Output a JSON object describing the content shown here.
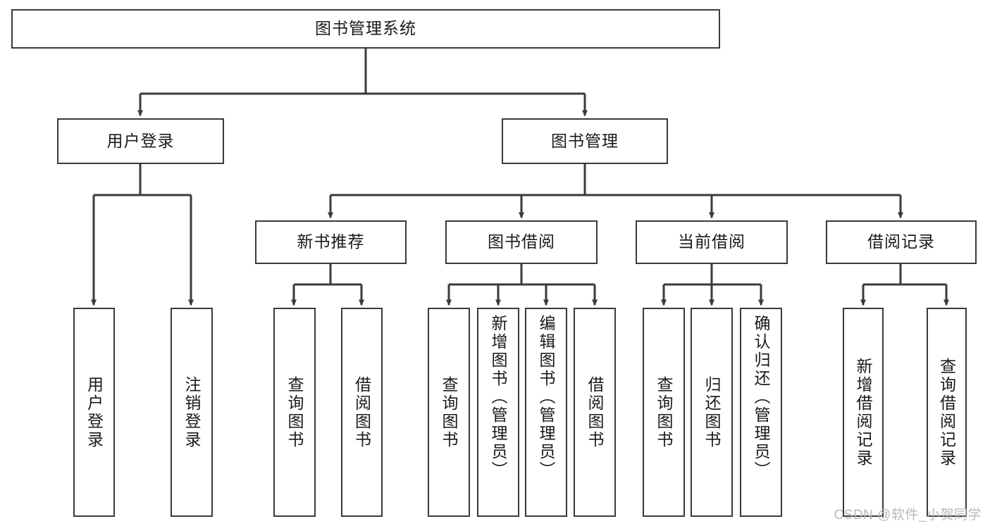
{
  "diagram": {
    "title": "图书管理系统",
    "type": "tree-hierarchy-chart",
    "colors": {
      "box_border": "#3a3a3a",
      "box_fill": "#ffffff",
      "edge": "#3a3a3a",
      "text": "#1a1a1a",
      "watermark": "#b9b9b9",
      "background": "#ffffff"
    },
    "root": {
      "label": "图书管理系统"
    },
    "level2": [
      {
        "id": "user-login",
        "label": "用户登录"
      },
      {
        "id": "book-manage",
        "label": "图书管理"
      }
    ],
    "level3": [
      {
        "id": "new-book-recommend",
        "label": "新书推荐"
      },
      {
        "id": "book-borrow",
        "label": "图书借阅"
      },
      {
        "id": "current-borrow",
        "label": "当前借阅"
      },
      {
        "id": "borrow-record",
        "label": "借阅记录"
      }
    ],
    "leaves": {
      "user_login": [
        {
          "id": "leaf-user-login",
          "label": "用户登录"
        },
        {
          "id": "leaf-logout-login",
          "label": "注销登录"
        }
      ],
      "new_book_recommend": [
        {
          "id": "leaf-query-book-1",
          "label": "查询图书"
        },
        {
          "id": "leaf-borrow-book-1",
          "label": "借阅图书"
        }
      ],
      "book_borrow": [
        {
          "id": "leaf-query-book-2",
          "label": "查询图书"
        },
        {
          "id": "leaf-add-book",
          "label": "新增图书（管理员）"
        },
        {
          "id": "leaf-edit-book",
          "label": "编辑图书（管理员）"
        },
        {
          "id": "leaf-borrow-book-2",
          "label": "借阅图书"
        }
      ],
      "current_borrow": [
        {
          "id": "leaf-query-book-3",
          "label": "查询图书"
        },
        {
          "id": "leaf-return-book",
          "label": "归还图书"
        },
        {
          "id": "leaf-confirm-return",
          "label": "确认归还（管理员）"
        }
      ],
      "borrow_record": [
        {
          "id": "leaf-add-borrow-record",
          "label": "新增借阅记录"
        },
        {
          "id": "leaf-query-borrow-record",
          "label": "查询借阅记录"
        }
      ]
    }
  },
  "watermark": {
    "text": "CSDN @软件_小贺同学"
  }
}
